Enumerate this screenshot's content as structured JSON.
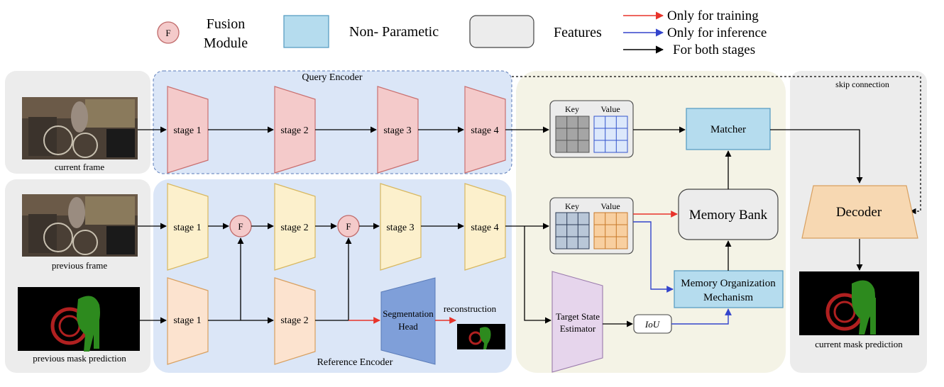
{
  "legend": {
    "fusion_icon": "F",
    "fusion_label_line1": "Fusion",
    "fusion_label_line2": "Module",
    "nonparametric_label": "Non- Parametic",
    "features_label": "Features",
    "training_label": "Only for training",
    "inference_label": "Only for inference",
    "both_label": "For both stages"
  },
  "colors": {
    "training_arrow": "#e8332a",
    "inference_arrow": "#3344cc",
    "both_arrow": "#000000",
    "encoder_bg": "#dbe6f7",
    "panel_bg": "#ececec",
    "memory_panel_bg": "#f4f3e6",
    "query_stage_fill": "#f4caca",
    "ref_stage_fill": "#fcf0cc",
    "mask_stage_fill": "#fce3cf",
    "nonparametric_fill": "#b5dcee",
    "seg_head_fill": "#7f9fd9",
    "decoder_fill": "#f7d8b2",
    "estimator_fill": "#e6d5ec"
  },
  "inputs": {
    "current_frame": "current frame",
    "previous_frame": "previous frame",
    "previous_mask": "previous mask prediction"
  },
  "query_encoder": {
    "title": "Query Encoder",
    "stages": [
      "stage 1",
      "stage 2",
      "stage 3",
      "stage 4"
    ]
  },
  "reference_encoder": {
    "title": "Reference Encoder",
    "frame_stages": [
      "stage 1",
      "stage 2",
      "stage 3",
      "stage 4"
    ],
    "mask_stages": [
      "stage 1",
      "stage 2"
    ],
    "fusion": [
      "F",
      "F"
    ],
    "segmentation_head": [
      "Segmentation",
      "Head"
    ],
    "reconstruction": "reconstruction"
  },
  "memory": {
    "query_key": "Key",
    "query_value": "Value",
    "ref_key": "Key",
    "ref_value": "Value",
    "matcher": "Matcher",
    "memory_bank": "Memory Bank",
    "organization": [
      "Memory Organization",
      "Mechanism"
    ],
    "target_estimator": [
      "Target State",
      "Estimator"
    ],
    "iou": "IoU"
  },
  "decoder": {
    "skip_connection": "skip connection",
    "label": "Decoder",
    "output": "current mask prediction"
  }
}
